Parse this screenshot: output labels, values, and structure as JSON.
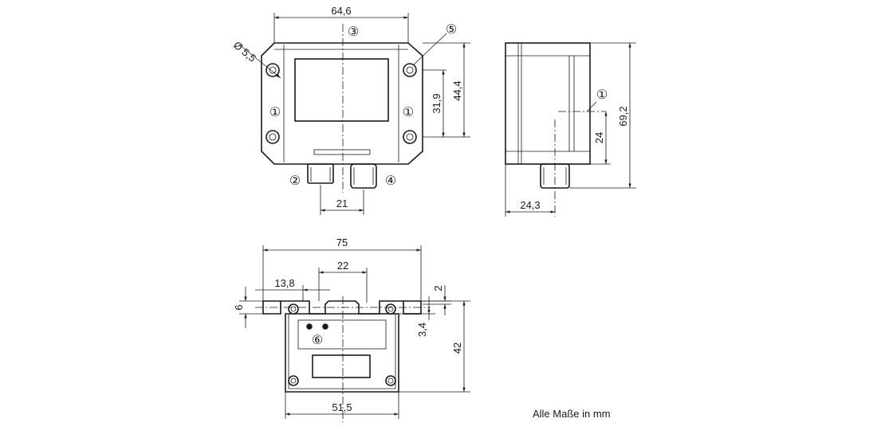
{
  "drawing": {
    "dimensions": {
      "front_width": "64,6",
      "hole_dia": "Ø 5,5",
      "height_44_4": "44,4",
      "height_31_9": "31,9",
      "conn_spacing": "21",
      "side_height": "69,2",
      "side_24": "24",
      "side_depth": "24,3",
      "bottom_75": "75",
      "bottom_22": "22",
      "bottom_13_8": "13,8",
      "bottom_2": "2",
      "bottom_6": "6",
      "bottom_3_4": "3,4",
      "bottom_42": "42",
      "bottom_51_5": "51,5"
    },
    "callouts": {
      "c1a": "①",
      "c1b": "①",
      "c1c": "①",
      "c2": "②",
      "c3": "③",
      "c4": "④",
      "c5": "⑤",
      "c6": "⑥"
    },
    "note": "Alle Maße in mm"
  }
}
